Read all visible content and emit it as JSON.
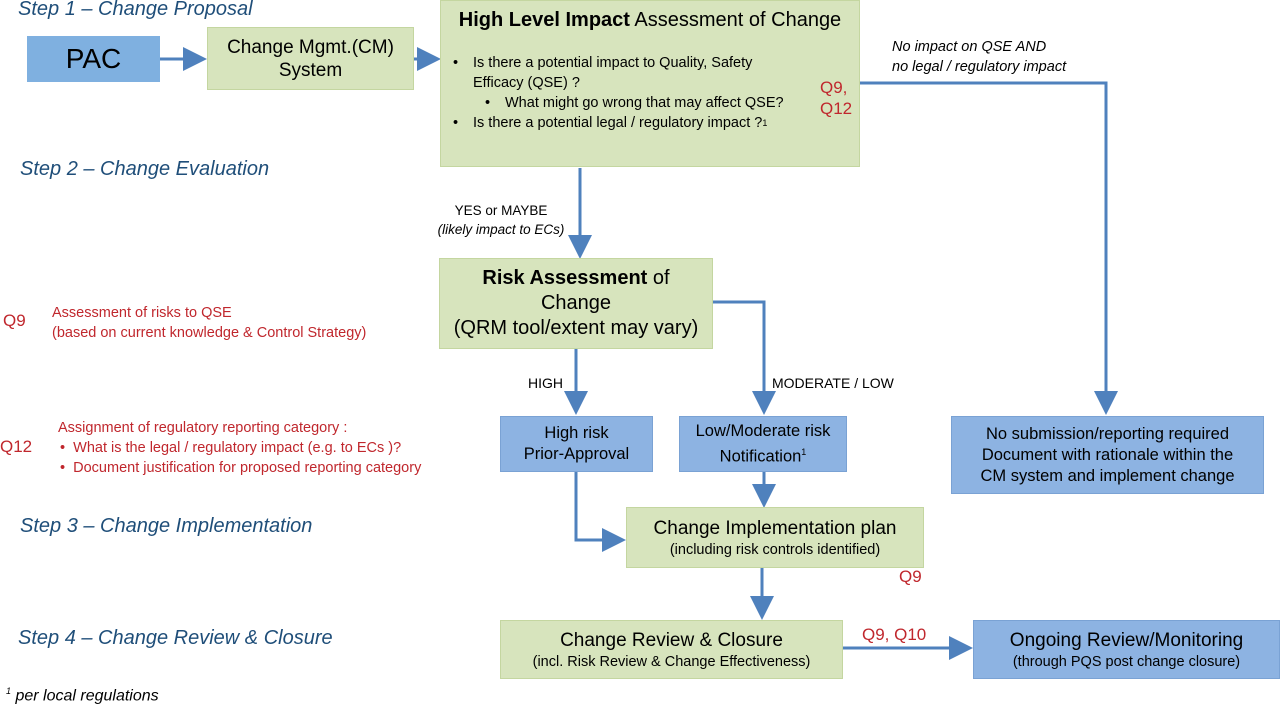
{
  "steps": {
    "step1": "Step 1 – Change Proposal",
    "step2": "Step 2 – Change Evaluation",
    "step3": "Step 3 – Change Implementation",
    "step4": "Step 4 – Change Review & Closure"
  },
  "pac": "PAC",
  "cm_system": {
    "line1": "Change Mgmt.(CM)",
    "line2": "System"
  },
  "impact": {
    "title_bold": "High Level Impact",
    "title_rest": " Assessment of Change",
    "b1": "Is there a potential impact to Quality, Safety Efficacy (QSE) ?",
    "b1_sub": "What might go wrong that may affect QSE?",
    "b2": "Is there a potential legal / regulatory impact ?",
    "b2_sup": "1",
    "q_line1": "Q9,",
    "q_line2": "Q12"
  },
  "no_impact": {
    "line1": "No impact on QSE  AND",
    "line2": "no legal / regulatory impact"
  },
  "yes_maybe": {
    "line1": "YES or MAYBE",
    "line2": "(likely impact to ECs)"
  },
  "risk": {
    "title_bold": "Risk Assessment",
    "title_rest": " of",
    "line2": "Change",
    "line3": "(QRM tool/extent may vary)"
  },
  "left_notes": {
    "q9": "Q9",
    "q9_line1": "Assessment of risks to QSE",
    "q9_line2": "(based on current knowledge & Control Strategy)",
    "q12": "Q12",
    "q12_line1": "Assignment of regulatory reporting category :",
    "q12_b1": "What is the legal / regulatory impact (e.g. to ECs )?",
    "q12_b2": "Document justification for proposed reporting category"
  },
  "high_label": "HIGH",
  "modlow_label": "MODERATE / LOW",
  "high_box": {
    "line1": "High risk",
    "line2": "Prior-Approval"
  },
  "low_box": {
    "line1": "Low/Moderate risk",
    "line2": "Notification",
    "sup": "1"
  },
  "no_sub_box": {
    "line1": "No submission/reporting required",
    "line2": "Document with rationale  within the",
    "line3": "CM system and implement change"
  },
  "impl": {
    "line1": "Change Implementation plan",
    "line2": "(including risk controls identified)",
    "q": "Q9"
  },
  "review": {
    "line1": "Change Review & Closure",
    "line2": "(incl. Risk Review & Change Effectiveness)",
    "q": "Q9, Q10"
  },
  "ongoing": {
    "line1": "Ongoing Review/Monitoring",
    "line2": "(through PQS post change closure)"
  },
  "footnote": {
    "sup": "1",
    "text": " per local regulations"
  },
  "colors": {
    "green_box": "#d7e4bd",
    "blue_box": "#8db3e2",
    "arrow": "#4f81bd",
    "step_text": "#1f4e79",
    "q_text": "#c0272d"
  }
}
